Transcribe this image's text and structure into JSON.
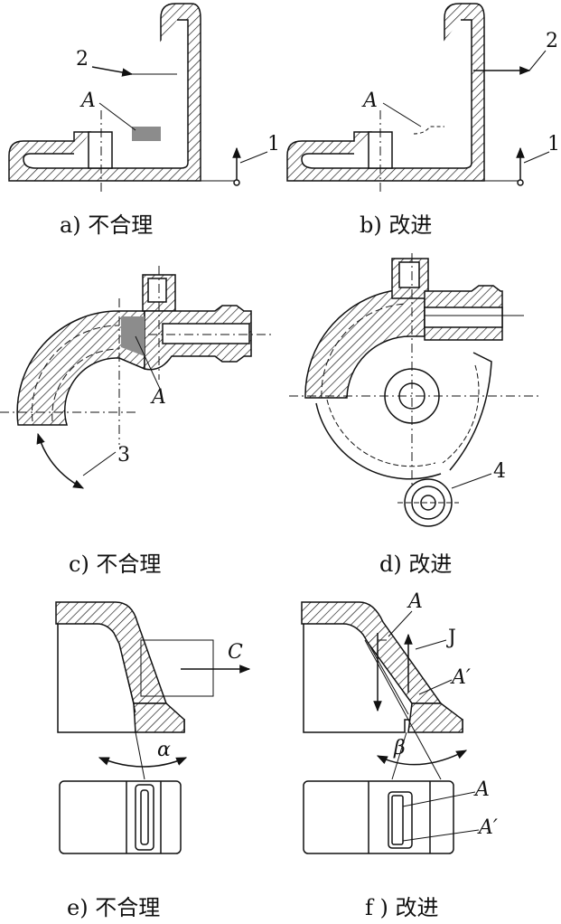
{
  "captions": {
    "a": "a) 不合理",
    "b": "b) 改进",
    "c": "c) 不合理",
    "d": "d) 改进",
    "e": "e) 不合理",
    "f": "f ) 改进"
  },
  "labels": {
    "a_A": "A",
    "a_1": "1",
    "a_2": "2",
    "b_A": "A",
    "b_1": "1",
    "b_2": "2",
    "c_A": "A",
    "c_3": "3",
    "d_4": "4",
    "e_C": "C",
    "e_alpha": "α",
    "f_A_top": "A",
    "f_J": "J",
    "f_A_prime_top": "A′",
    "f_beta": "β",
    "f_A_bottom": "A",
    "f_A_prime_bottom": "A′"
  },
  "colors": {
    "line": "#111111",
    "shade": "#8c8c8c",
    "background": "#ffffff"
  }
}
